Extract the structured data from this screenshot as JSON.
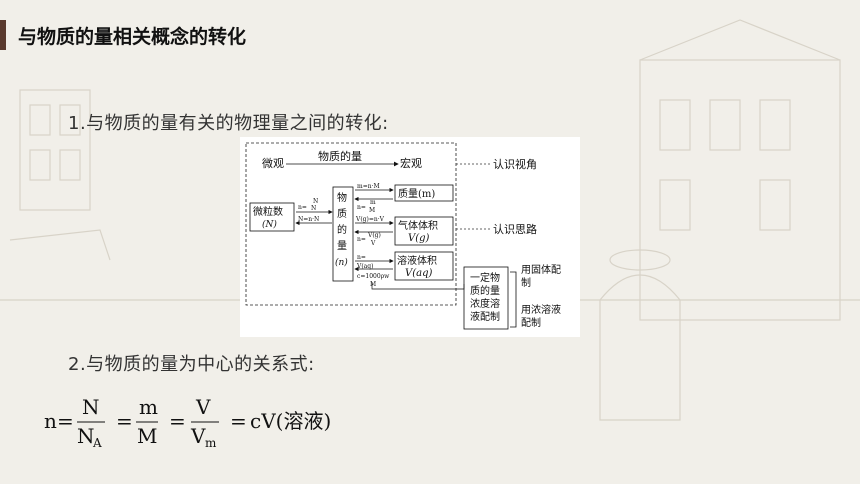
{
  "header": {
    "title": "与物质的量相关概念的转化"
  },
  "section1": {
    "label": "1.与物质的量有关的物理量之间的转化:"
  },
  "section2": {
    "label": "2.与物质的量为中心的关系式:"
  },
  "diagram": {
    "top": {
      "left": "微观",
      "mid": "物质的量",
      "right": "宏观"
    },
    "particle": {
      "name": "微粒数",
      "sym": "(N)"
    },
    "arrow_np": {
      "a": "n=",
      "b": "N",
      "c": "N",
      "sub": "A",
      "d": "N=n·N",
      "dsub": "A"
    },
    "center": [
      "物",
      "质",
      "的",
      "量",
      "(n)"
    ],
    "mass": {
      "label": "质量(m)",
      "top": "m=n·M",
      "frac_num": "m",
      "frac_den": "M",
      "frac_pre": "n="
    },
    "gas": {
      "label1": "气体体积",
      "label2": "V(g)",
      "eq1": "V(g)=n·V",
      "eq1_sub": "m",
      "frac_pre": "n=",
      "frac_num": "V(g)",
      "frac_den": "V",
      "frac_den_sub": "m"
    },
    "solution": {
      "label1": "溶液体积",
      "label2": "V(aq)",
      "frac_pre": "n=",
      "frac_num": "n",
      "frac_den": "V(aq)",
      "c_pre": "c=",
      "eq2": "c=1000ρw",
      "eq2_den": "M"
    },
    "prep": {
      "lines": [
        "一定物",
        "质的量",
        "浓度溶",
        "液配制"
      ]
    },
    "methods": {
      "m1a": "用固体配",
      "m1b": "制",
      "m2a": "用浓溶液",
      "m2b": "配制"
    },
    "notes": {
      "n1": "认识视角",
      "n2": "认识思路"
    }
  },
  "formula": {
    "n": "n",
    "eq": "=",
    "N": "N",
    "NA": "N",
    "NA_sub": "A",
    "m": "m",
    "M": "M",
    "V": "V",
    "Vm": "V",
    "Vm_sub": "m",
    "cV": "cV(溶液)"
  }
}
